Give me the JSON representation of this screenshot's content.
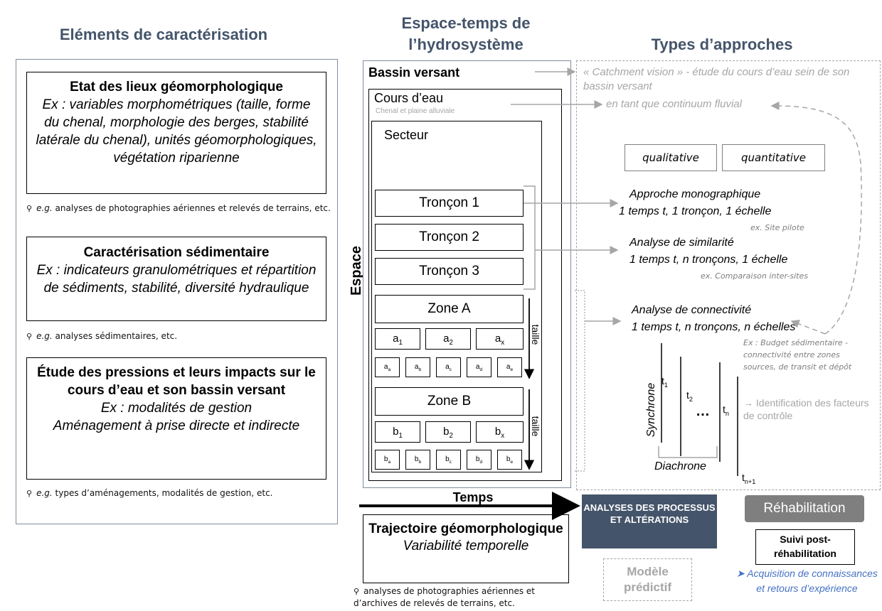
{
  "titles": {
    "left": "Eléments de caractérisation",
    "middle_line1": "Espace-temps de",
    "middle_line2": "l’hydrosystème",
    "right": "Types d’approches"
  },
  "left": {
    "box1": {
      "heading": "Etat des lieux géomorphologique",
      "body": "Ex : variables morphométriques (taille, forme du chenal, morphologie des berges, stabilité latérale du chenal), unités géomorphologiques, végétation riparienne"
    },
    "note1_eg": "e.g.",
    "note1_text": " analyses de photographies aériennes et relevés de terrains, etc.",
    "box2": {
      "heading": "Caractérisation sédimentaire",
      "body": "Ex : indicateurs granulométriques et répartition de sédiments, stabilité, diversité hydraulique"
    },
    "note2_eg": "e.g.",
    "note2_text": " analyses sédimentaires, etc.",
    "box3": {
      "heading": "Étude des pressions et leurs impacts sur le cours d’eau et son bassin versant",
      "body_line1": "Ex : modalités de gestion",
      "body_line2": "Aménagement à prise directe et indirecte"
    },
    "note3_eg": "e.g.",
    "note3_text": "  types d’aménagements, modalités de gestion, etc."
  },
  "middle": {
    "espace": "Espace",
    "bassin": "Bassin versant",
    "cours": "Cours d’eau",
    "cours_sub": "Chenal et plaine alluviale",
    "secteur": "Secteur",
    "troncon1": "Tronçon 1",
    "troncon2": "Tronçon 2",
    "troncon3": "Tronçon 3",
    "zoneA": "Zone A",
    "zoneB": "Zone B",
    "taille": "taille",
    "a_row": [
      [
        "a",
        "1"
      ],
      [
        "a",
        "2"
      ],
      [
        "a",
        "x"
      ]
    ],
    "a_small": [
      [
        "a",
        "a"
      ],
      [
        "a",
        "b"
      ],
      [
        "a",
        "c"
      ],
      [
        "a",
        "d"
      ],
      [
        "a",
        "e"
      ]
    ],
    "b_row": [
      [
        "b",
        "1"
      ],
      [
        "b",
        "2"
      ],
      [
        "b",
        "x"
      ]
    ],
    "b_small": [
      [
        "b",
        "a"
      ],
      [
        "b",
        "b"
      ],
      [
        "b",
        "c"
      ],
      [
        "b",
        "d"
      ],
      [
        "b",
        "e"
      ]
    ],
    "temps": "Temps",
    "traj_heading": "Trajectoire géomorphologique",
    "traj_body": "Variabilité temporelle",
    "traj_note": "analyses de photographies aériennes et d’archives de relevés de terrains, etc."
  },
  "right": {
    "catchment": "« Catchment vision » - étude du cours d’eau sein de son bassin versant",
    "continuum": "en tant que continuum fluvial",
    "qualitative": "qualitative",
    "quantitative": "quantitative",
    "mono_title": "Approche monographique",
    "mono_line": "1 temps t, 1 tronçon, 1 échelle",
    "mono_ex": "ex.  Site pilote",
    "sim_title": "Analyse de similarité",
    "sim_line": "1 temps t, n tronçons, 1 échelle",
    "sim_ex": "ex.  Comparaison inter-sites",
    "conn_title": "Analyse de connectivité",
    "conn_line": "1 temps t, n tronçons, n échelles",
    "conn_ex": "Ex :  Budget sédimentaire - connectivité entre zones sources, de transit et dépôt",
    "conn_ident": "→ Identification des facteurs de contrôle",
    "synchrone": "Synchrone",
    "diachrone": "Diachrone",
    "t1": [
      "t",
      "1"
    ],
    "t2": [
      "t",
      "2"
    ],
    "tn": [
      "t",
      "n"
    ],
    "tn1": [
      "t",
      "n+1"
    ],
    "dots": "…"
  },
  "bottom": {
    "analyses": "ANALYSES DES PROCESSUS ET ALTÉRATIONS",
    "rehab": "Réhabilitation",
    "suivi": "Suivi post-réhabilitation",
    "modele": "Modèle prédictif",
    "acquisition": "➤ Acquisition de connaissances et retours d’expérience"
  },
  "colors": {
    "title": "#44546a",
    "analyses_bg": "#44546a",
    "rehab_bg": "#7f7f7f",
    "connector": "#a6a6a6",
    "acquisition": "#4472c4"
  }
}
